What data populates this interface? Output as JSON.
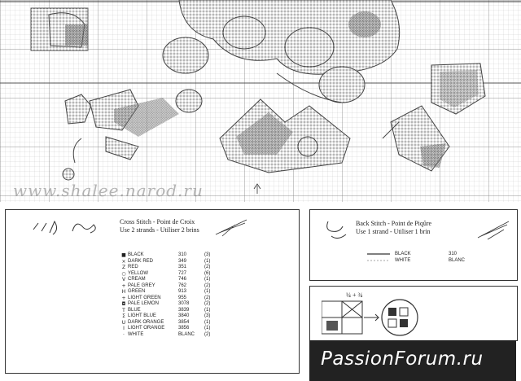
{
  "watermark": "www.shalee.narod.ru",
  "cross_stitch": {
    "title_line1": "Cross Stitch - Point de Croix",
    "title_line2": "Use 2 strands - Utiliser 2 brins",
    "legend": [
      {
        "symbol": "■",
        "name": "BLACK",
        "code": "310",
        "qty": "(3)"
      },
      {
        "symbol": "×",
        "name": "DARK RED",
        "code": "349",
        "qty": "(1)"
      },
      {
        "symbol": "Z",
        "name": "RED",
        "code": "351",
        "qty": "(2)"
      },
      {
        "symbol": "○",
        "name": "YELLOW",
        "code": "727",
        "qty": "(6)"
      },
      {
        "symbol": "V",
        "name": "CREAM",
        "code": "746",
        "qty": "(1)"
      },
      {
        "symbol": "+",
        "name": "PALE GREY",
        "code": "762",
        "qty": "(2)"
      },
      {
        "symbol": "H",
        "name": "GREEN",
        "code": "913",
        "qty": "(1)"
      },
      {
        "symbol": "+",
        "name": "LIGHT GREEN",
        "code": "955",
        "qty": "(2)"
      },
      {
        "symbol": "◘",
        "name": "PALE LEMON",
        "code": "3078",
        "qty": "(2)"
      },
      {
        "symbol": "T",
        "name": "BLUE",
        "code": "3839",
        "qty": "(1)"
      },
      {
        "symbol": "Σ",
        "name": "LIGHT BLUE",
        "code": "3840",
        "qty": "(3)"
      },
      {
        "symbol": "U",
        "name": "DARK ORANGE",
        "code": "3854",
        "qty": "(1)"
      },
      {
        "symbol": "I",
        "name": "LIGHT ORANGE",
        "code": "3856",
        "qty": "(1)"
      },
      {
        "symbol": "·",
        "name": "WHITE",
        "code": "BLANC",
        "qty": "(2)"
      }
    ]
  },
  "back_stitch": {
    "title_line1": "Back Stitch - Point de Piqûre",
    "title_line2": "Use 1 strand - Utiliser 1 brin",
    "legend": [
      {
        "name": "BLACK",
        "code": "310"
      },
      {
        "name": "WHITE",
        "code": "BLANC"
      }
    ]
  },
  "fraction": {
    "label": "¼ + ¾"
  },
  "footer": {
    "text": "PassionForum.ru"
  }
}
